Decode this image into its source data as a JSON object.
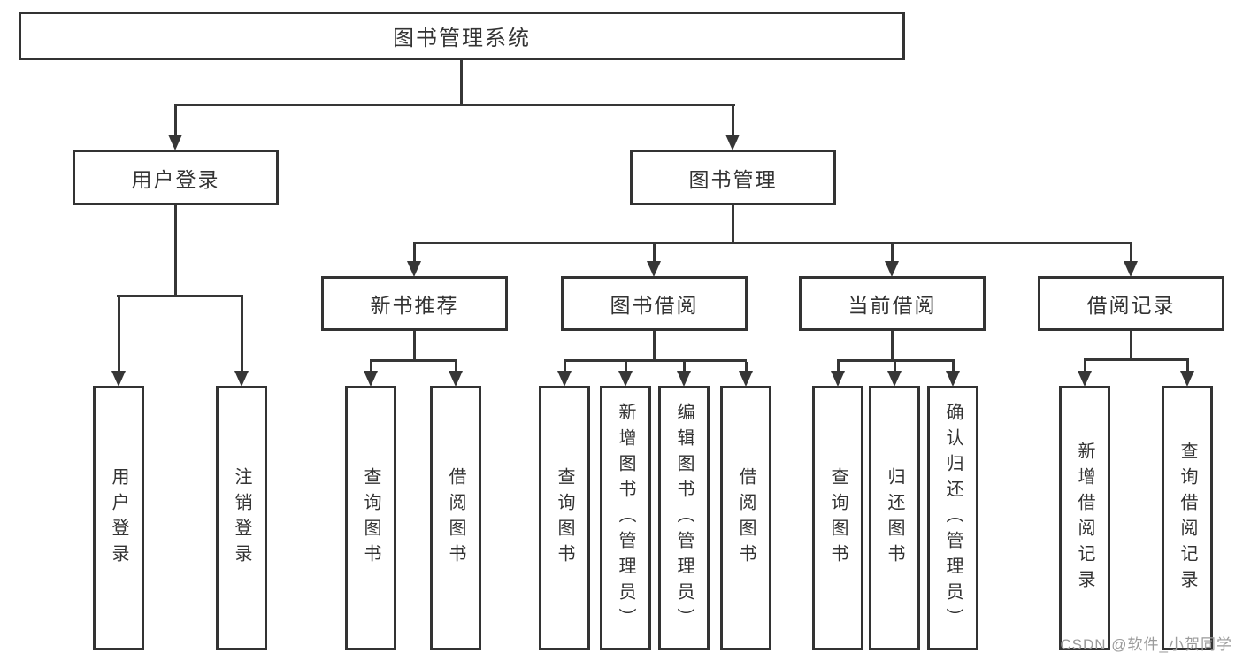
{
  "diagram": {
    "background": "#ffffff",
    "line_color": "#363636",
    "box_border_color": "#333333",
    "text_color": "#333333",
    "watermark": {
      "text": "CSDN @软件_小贺同学",
      "color": "#9b9b9b"
    },
    "nodes": {
      "root": {
        "label": "图书管理系统"
      },
      "user_login": {
        "label": "用户登录"
      },
      "book_mgmt": {
        "label": "图书管理"
      },
      "user_login_action": {
        "label": "用户登录"
      },
      "logout_action": {
        "label": "注销登录"
      },
      "new_book_rec": {
        "label": "新书推荐"
      },
      "book_borrow": {
        "label": "图书借阅"
      },
      "current_borrow": {
        "label": "当前借阅"
      },
      "borrow_records": {
        "label": "借阅记录"
      },
      "rec_query_book": {
        "label": "查询图书"
      },
      "rec_borrow_book": {
        "label": "借阅图书"
      },
      "bb_query_book": {
        "label": "查询图书"
      },
      "bb_add_book": {
        "label": "新增图书（管理员）"
      },
      "bb_edit_book": {
        "label": "编辑图书（管理员）"
      },
      "bb_borrow_book": {
        "label": "借阅图书"
      },
      "cb_query_book": {
        "label": "查询图书"
      },
      "cb_return_book": {
        "label": "归还图书"
      },
      "cb_confirm_return": {
        "label": "确认归还（管理员）"
      },
      "br_add_record": {
        "label": "新增借阅记录"
      },
      "br_query_record": {
        "label": "查询借阅记录"
      }
    },
    "structure": {
      "图书管理系统": {
        "用户登录": [
          "用户登录",
          "注销登录"
        ],
        "图书管理": {
          "新书推荐": [
            "查询图书",
            "借阅图书"
          ],
          "图书借阅": [
            "查询图书",
            "新增图书（管理员）",
            "编辑图书（管理员）",
            "借阅图书"
          ],
          "当前借阅": [
            "查询图书",
            "归还图书",
            "确认归还（管理员）"
          ],
          "借阅记录": [
            "新增借阅记录",
            "查询借阅记录"
          ]
        }
      }
    }
  }
}
